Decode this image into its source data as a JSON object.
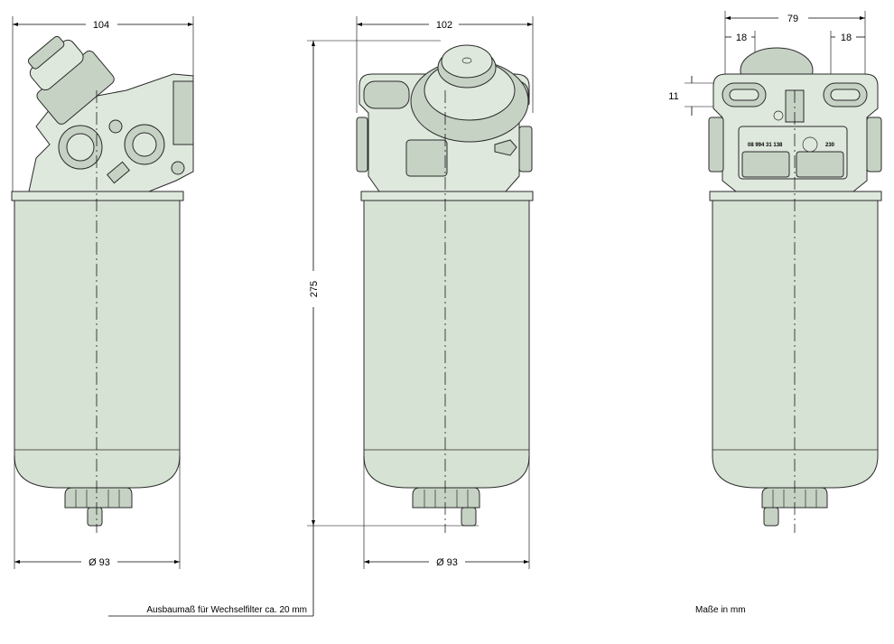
{
  "dimensions": {
    "side_width": "104",
    "front_width": "102",
    "back_width": "79",
    "slot_left": "18",
    "slot_right": "18",
    "slot_height": "11",
    "overall_height": "275",
    "diameter_side": "Ø 93",
    "diameter_front": "Ø 93"
  },
  "part_marking": {
    "code": "08 994 31 138",
    "badge": "230"
  },
  "notes": {
    "removal_clearance": "Ausbaumaß für Wechselfilter ca. 20 mm",
    "units": "Maße in mm"
  }
}
